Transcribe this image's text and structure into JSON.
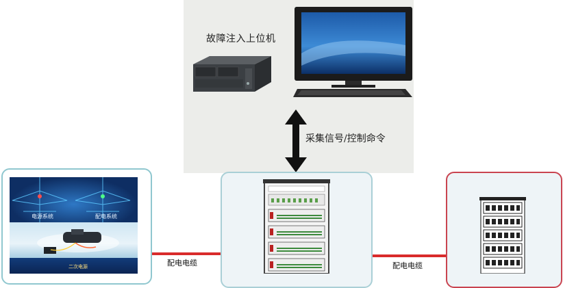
{
  "diagram": {
    "host_label": "故障注入上位机",
    "signal_label": "采集信号/控制命令",
    "cable_label_left": "配电电缆",
    "cable_label_right": "配电电缆",
    "viz_labels": {
      "left": "电源系统",
      "right": "配电系统",
      "bottom": "二次电源"
    },
    "colors": {
      "cable": "#d92b2b",
      "left_border": "#8fc7cf",
      "center_border": "#a9cfd6",
      "right_border": "#c9434f",
      "panel_bg": "#ecedea"
    }
  }
}
